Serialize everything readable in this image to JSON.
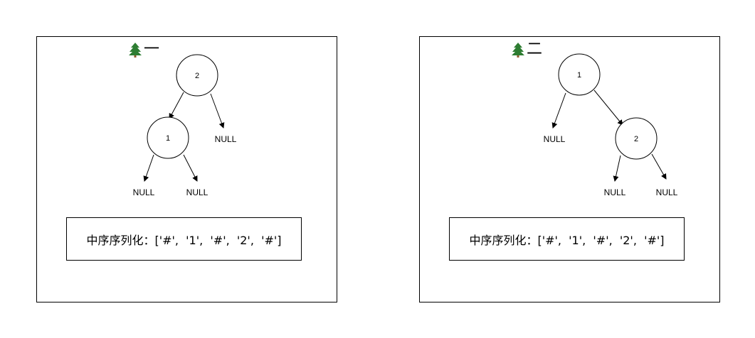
{
  "panels": [
    {
      "title_text": "一",
      "icon": "evergreen-tree-icon",
      "nodes": [
        "2",
        "1"
      ],
      "null_label": "NULL",
      "serialization_text": "中序序列化：['#',  '1',  '#',  '2',  '#']"
    },
    {
      "title_text": "二",
      "icon": "evergreen-tree-icon",
      "nodes": [
        "1",
        "2"
      ],
      "null_label": "NULL",
      "serialization_text": "中序序列化：['#',  '1',  '#',  '2',  '#']"
    }
  ],
  "colors": {
    "line": "#000000",
    "tree_green": "#2e7d32",
    "trunk": "#8d5a2b"
  }
}
